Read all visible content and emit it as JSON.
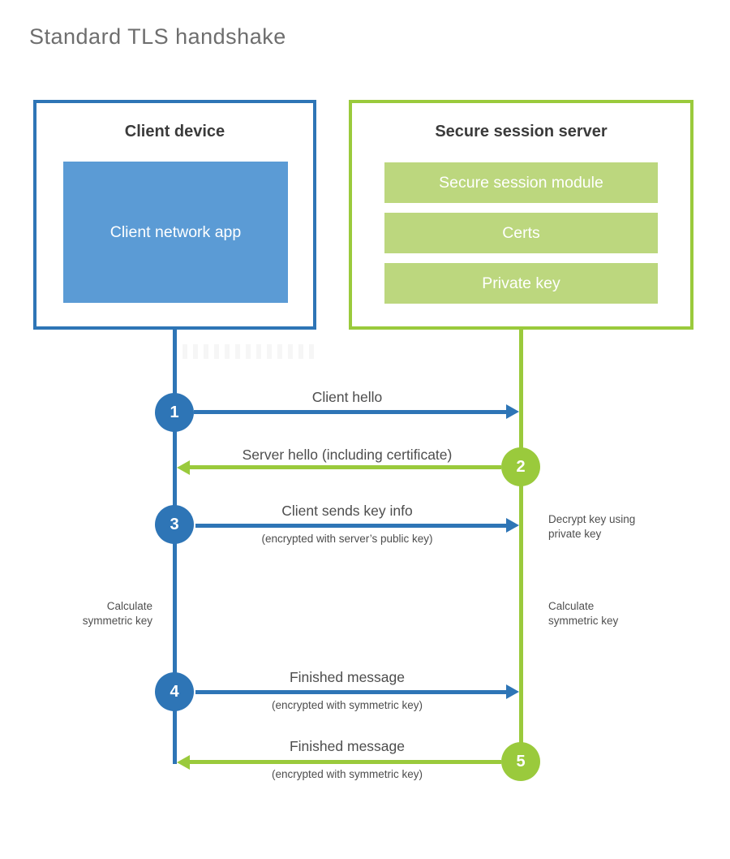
{
  "title": "Standard TLS handshake",
  "colors": {
    "client_accent": "#2e75b6",
    "client_fill": "#5b9bd5",
    "server_accent": "#9aca3c",
    "server_fill": "#bcd77e"
  },
  "client": {
    "title": "Client device",
    "app_label": "Client network app"
  },
  "server": {
    "title": "Secure session server",
    "modules": [
      "Secure session module",
      "Certs",
      "Private key"
    ]
  },
  "steps": [
    {
      "num": "1",
      "label": "Client hello",
      "direction": "client-to-server"
    },
    {
      "num": "2",
      "label": "Server hello (including certificate)",
      "direction": "server-to-client"
    },
    {
      "num": "3",
      "label": "Client sends key info",
      "sub": "(encrypted with server’s public key)",
      "direction": "client-to-server"
    },
    {
      "num": "4",
      "label": "Finished message",
      "sub": "(encrypted with symmetric key)",
      "direction": "client-to-server"
    },
    {
      "num": "5",
      "label": "Finished message",
      "sub": "(encrypted with symmetric key)",
      "direction": "server-to-client"
    }
  ],
  "notes": {
    "decrypt_key": "Decrypt key using\nprivate key",
    "calc_left": "Calculate\nsymmetric key",
    "calc_right": "Calculate\nsymmetric key"
  }
}
